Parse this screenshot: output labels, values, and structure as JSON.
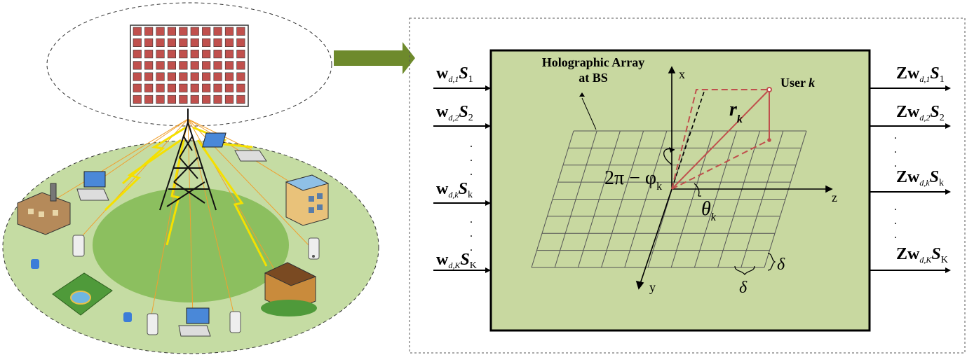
{
  "left_scene": {
    "icons": [
      "antenna-array-icon",
      "tower-icon",
      "laptop-icon",
      "phone-icon",
      "building-icon",
      "factory-icon",
      "park-icon",
      "sensor-icon"
    ]
  },
  "arrow": {
    "color": "#6e8a2c"
  },
  "panel": {
    "box_fill": "#c8d8a0",
    "title_line1": "Holographic Array",
    "title_line2": "at BS",
    "user_label_prefix": "User ",
    "user_label_var": "k",
    "axis_x": "x",
    "axis_y": "y",
    "axis_z": "z",
    "r_main": "r",
    "r_sub": "k",
    "theta_main": "θ",
    "theta_sub": "k",
    "angle_expr": "2π − φ",
    "angle_sub": "k",
    "delta": "δ",
    "dots": ".",
    "inputs": [
      {
        "bold": "w",
        "sub": "d,1",
        "s": "S",
        "s_sub": "1"
      },
      {
        "bold": "w",
        "sub": "d,2",
        "s": "S",
        "s_sub": "2"
      },
      {
        "bold": "w",
        "sub": "d,k",
        "s": "S",
        "s_sub": "k"
      },
      {
        "bold": "w",
        "sub": "d,K",
        "s": "S",
        "s_sub": "K"
      }
    ],
    "outputs": [
      {
        "bold": "Zw",
        "sub": "d,1",
        "s": "S",
        "s_sub": "1"
      },
      {
        "bold": "Zw",
        "sub": "d,2",
        "s": "S",
        "s_sub": "2"
      },
      {
        "bold": "Zw",
        "sub": "d,k",
        "s": "S",
        "s_sub": "k"
      },
      {
        "bold": "Zw",
        "sub": "d,K",
        "s": "S",
        "s_sub": "K"
      }
    ]
  }
}
